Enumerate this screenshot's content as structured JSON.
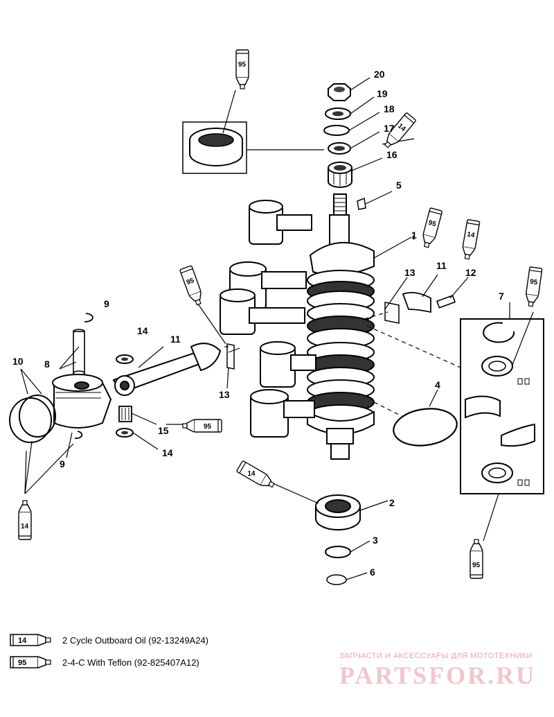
{
  "callouts": {
    "c1": "1",
    "c2": "2",
    "c3": "3",
    "c4": "4",
    "c5": "5",
    "c6": "6",
    "c7": "7",
    "c8": "8",
    "c9a": "9",
    "c9b": "9",
    "c10": "10",
    "c11a": "11",
    "c11b": "11",
    "c12": "12",
    "c13a": "13",
    "c13b": "13",
    "c14a": "14",
    "c14b": "14",
    "c15": "15",
    "c16": "16",
    "c17": "17",
    "c18": "18",
    "c19": "19",
    "c20": "20"
  },
  "tubes": {
    "t_top": "95",
    "t_16": "14",
    "t_1": "95",
    "t_12": "14",
    "t_13": "95",
    "t_7top": "95",
    "t_7bot": "95",
    "t_15": "95",
    "t_2": "14",
    "t_rings": "14"
  },
  "legend": [
    {
      "code": "14",
      "text": "2 Cycle Outboard Oil (92-13249A24)"
    },
    {
      "code": "95",
      "text": "2-4-C  With Teflon (92-825407A12)"
    }
  ],
  "watermark": {
    "tagline": "ЗАПЧАСТИ И АКСЕССУАРЫ ДЛЯ МОТОТЕХНИКИ",
    "brand": "PARTSFOR.RU"
  },
  "colors": {
    "line": "#000000",
    "paper": "#ffffff",
    "watermark": "#e7a3a8"
  }
}
